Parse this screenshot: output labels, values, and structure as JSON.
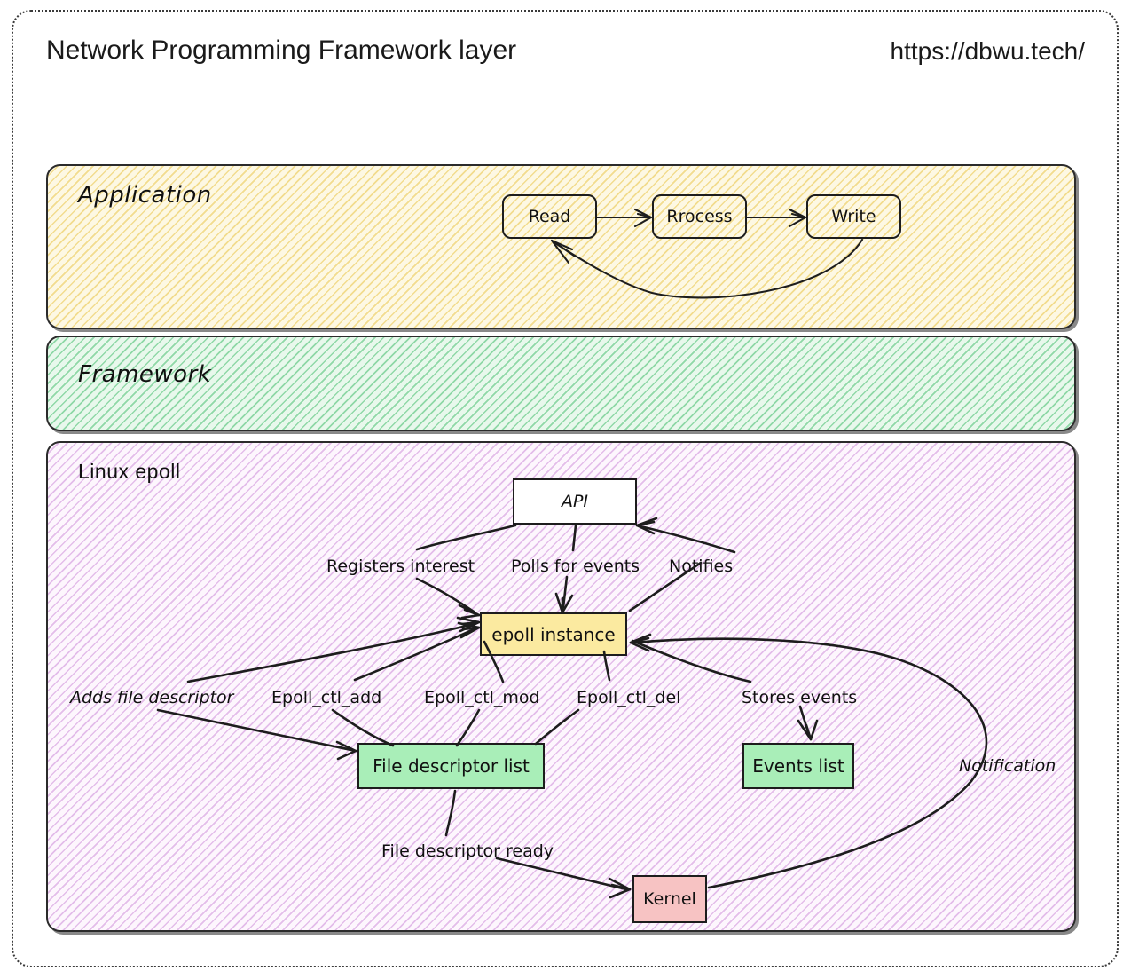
{
  "header": {
    "title": "Network Programming Framework layer",
    "url": "https://dbwu.tech/"
  },
  "layers": [
    {
      "id": "application",
      "label": "Application",
      "color": "#fdf8e3",
      "hatch": "#e9c448"
    },
    {
      "id": "framework",
      "label": "Framework",
      "color": "#e8f8ec",
      "hatch": "#46be6e"
    },
    {
      "id": "epoll",
      "label": "Linux epoll",
      "color": "#fdf6fd",
      "hatch": "#c478d2"
    }
  ],
  "application_flow": {
    "nodes": [
      {
        "id": "read",
        "label": "Read"
      },
      {
        "id": "process",
        "label": "Rrocess"
      },
      {
        "id": "write",
        "label": "Write"
      }
    ],
    "edges": [
      {
        "from": "read",
        "to": "process",
        "label": ""
      },
      {
        "from": "process",
        "to": "write",
        "label": ""
      },
      {
        "from": "write",
        "to": "read",
        "label": ""
      }
    ]
  },
  "epoll_diagram": {
    "nodes": [
      {
        "id": "api",
        "label": "API",
        "fill": "#ffffff"
      },
      {
        "id": "epoll-instance",
        "label": "epoll instance",
        "fill": "#fbeaa0"
      },
      {
        "id": "fd-list",
        "label": "File descriptor list",
        "fill": "#a9eeb8"
      },
      {
        "id": "events-list",
        "label": "Events list",
        "fill": "#a9eeb8"
      },
      {
        "id": "kernel",
        "label": "Kernel",
        "fill": "#f7c3c3"
      }
    ],
    "edges": [
      {
        "from": "api",
        "to": "epoll-instance",
        "label": "Registers interest"
      },
      {
        "from": "api",
        "to": "epoll-instance",
        "label": "Polls for events"
      },
      {
        "from": "epoll-instance",
        "to": "api",
        "label": "Notifies"
      },
      {
        "from": "fd-list",
        "to": "epoll-instance",
        "label": "Adds file descriptor"
      },
      {
        "from": "fd-list",
        "to": "epoll-instance",
        "label": "Epoll_ctl_add"
      },
      {
        "from": "epoll-instance",
        "to": "fd-list",
        "label": "Epoll_ctl_mod"
      },
      {
        "from": "epoll-instance",
        "to": "fd-list",
        "label": "Epoll_ctl_del"
      },
      {
        "from": "epoll-instance",
        "to": "events-list",
        "label": "Stores events"
      },
      {
        "from": "fd-list",
        "to": "kernel",
        "label": "File descriptor ready"
      },
      {
        "from": "kernel",
        "to": "epoll-instance",
        "label": "Notification"
      }
    ]
  }
}
